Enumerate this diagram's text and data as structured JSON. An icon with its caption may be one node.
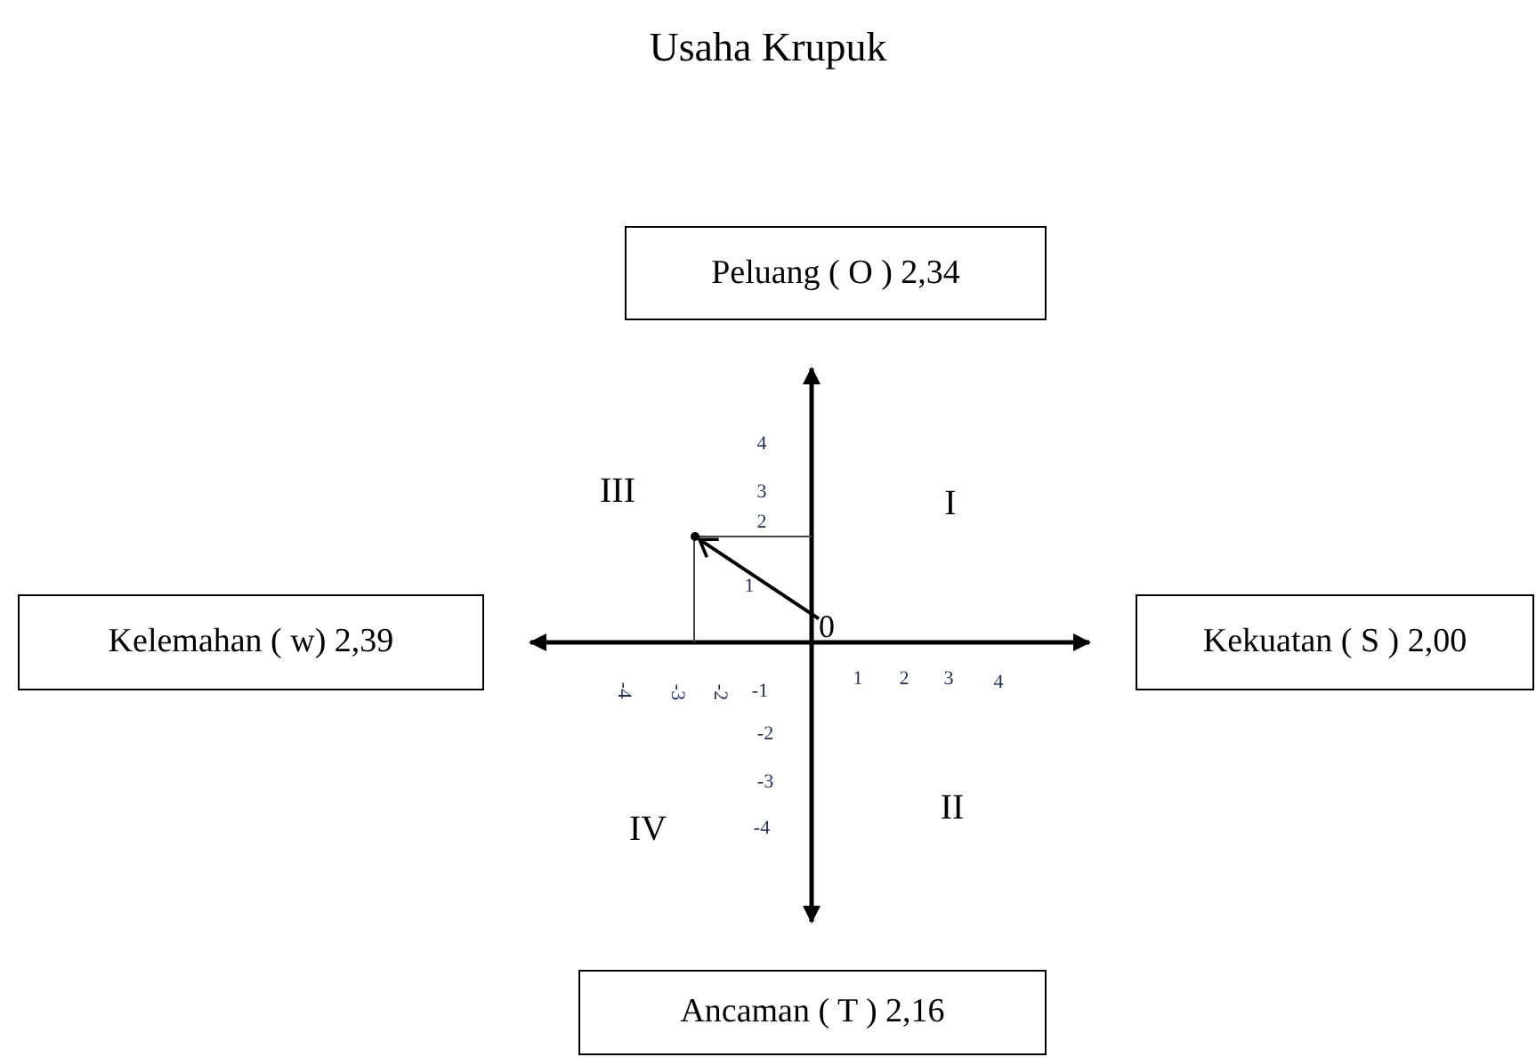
{
  "diagram": {
    "title": "Usaha Krupuk",
    "nodes": [
      {
        "text": [
          "Peluang ( O ) 2,34"
        ]
      },
      {
        "text": [
          "Kelemahan ( w) 2,39"
        ]
      },
      {
        "text": [
          "Kekuatan ( S ) 2,00"
        ]
      },
      {
        "text": [
          "Ancaman ( T ) 2,16"
        ]
      },
      {
        "text": [
          "0"
        ]
      },
      {
        "text": [],
        "shape": "circle"
      }
    ],
    "edges": [
      {
        "from": 4,
        "to": 5,
        "arrow": "to"
      }
    ],
    "labels": [
      "III",
      "I",
      "4",
      "3",
      "2",
      "1",
      "-4",
      "-3",
      "-2",
      "-1",
      "1",
      "2",
      "3",
      "4",
      "-2",
      "-3",
      "-4",
      "IV",
      "II"
    ]
  }
}
